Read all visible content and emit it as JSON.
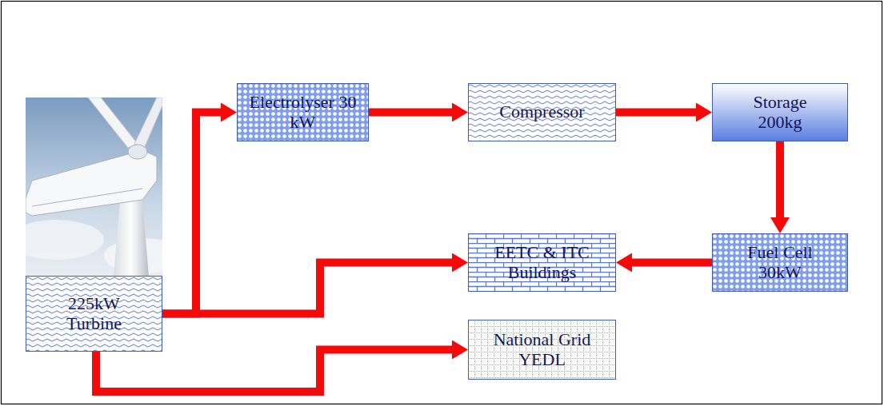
{
  "diagram": {
    "nodes": [
      {
        "text": [
          "225kW Turbine"
        ]
      },
      {
        "text": [
          "Electrolyser 30 kW"
        ]
      },
      {
        "text": [
          "Compressor"
        ]
      },
      {
        "text": [
          "Storage 200kg"
        ]
      },
      {
        "text": [
          "EETC & ITC Buildings"
        ]
      },
      {
        "text": [
          "Fuel Cell 30kW"
        ]
      },
      {
        "text": [
          "National Grid YEDL"
        ]
      }
    ],
    "edges": [
      {
        "from": 0,
        "to": 1,
        "arrow": "to"
      },
      {
        "from": 1,
        "to": 2,
        "arrow": "to"
      },
      {
        "from": 2,
        "to": 3,
        "arrow": "to"
      },
      {
        "from": 3,
        "to": 5,
        "arrow": "to"
      },
      {
        "from": 5,
        "to": 4,
        "arrow": "to"
      },
      {
        "from": 0,
        "to": 4,
        "arrow": "to"
      },
      {
        "from": 0,
        "to": 6,
        "arrow": "to"
      }
    ]
  }
}
